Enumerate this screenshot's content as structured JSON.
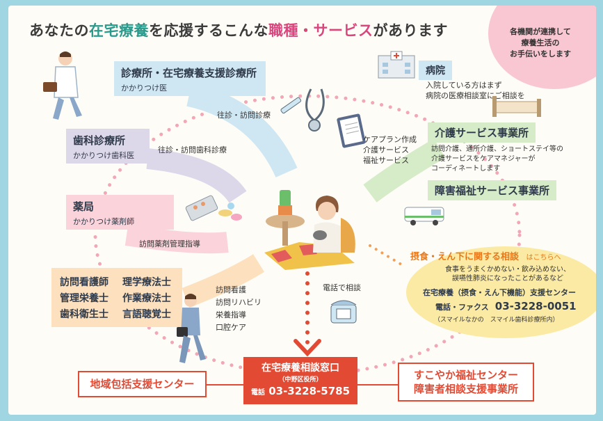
{
  "title": {
    "p1": "あなたの",
    "p2": "在宅療養",
    "p3": "を応援するこんな",
    "p4": "職種・サービス",
    "p5": "があります"
  },
  "bubble": {
    "line1": "各機関が連携して",
    "line2": "療養生活の",
    "line3": "お手伝いをします"
  },
  "clinic": {
    "title": "診療所・在宅療養支援診療所",
    "sub": "かかりつけ医",
    "service": "往診・訪問診療"
  },
  "dental": {
    "title": "歯科診療所",
    "sub": "かかりつけ歯科医",
    "service": "往診・訪問歯科診療"
  },
  "pharmacy": {
    "title": "薬局",
    "sub": "かかりつけ薬剤師",
    "service": "訪問薬剤管理指導"
  },
  "professions": {
    "row1": [
      "訪問看護師",
      "理学療法士"
    ],
    "row2": [
      "管理栄養士",
      "作業療法士"
    ],
    "row3": [
      "歯科衛生士",
      "言語聴覚士"
    ],
    "services": [
      "訪問看護",
      "訪問リハビリ",
      "栄養指導",
      "口腔ケア"
    ]
  },
  "hospital": {
    "title": "病院",
    "line1": "入院している方はまず",
    "line2": "病院の医療相談室にご相談を"
  },
  "care_plan": {
    "line1": "ケアプラン作成",
    "line2": "介護サービス",
    "line3": "福祉サービス"
  },
  "care_service": {
    "title": "介護サービス事業所",
    "line1": "訪問介護、通所介護、ショートステイ等の",
    "line2": "介護サービスをケアマネジャーが",
    "line3": "コーディネートします"
  },
  "disability": {
    "title": "障害福祉サービス事業所"
  },
  "swallowing": {
    "title": "摂食・えん下に関する相談",
    "link": "はこちらへ",
    "line1": "食事をうまくかめない・飲み込めない、",
    "line2": "誤嚥性肺炎になったことがあるなど",
    "center": "在宅療養（摂食・えん下機能）支援センター",
    "tel_label": "電話・ファクス",
    "tel": "03-3228-0051",
    "note": "（スマイルなかの　スマイル歯科診療所内）"
  },
  "phone_consult": "電話で相談",
  "window": {
    "title": "在宅療養相談窓口",
    "sub": "（中野区役所）",
    "tel_label": "電話",
    "tel": "03-3228-5785"
  },
  "community": "地域包括支援センター",
  "welfare": {
    "line1": "すこやか福祉センター",
    "line2": "障害者相談支援事業所"
  },
  "colors": {
    "accent_teal": "#2a9a8c",
    "accent_pink": "#d9457d",
    "red": "#e34a33"
  }
}
